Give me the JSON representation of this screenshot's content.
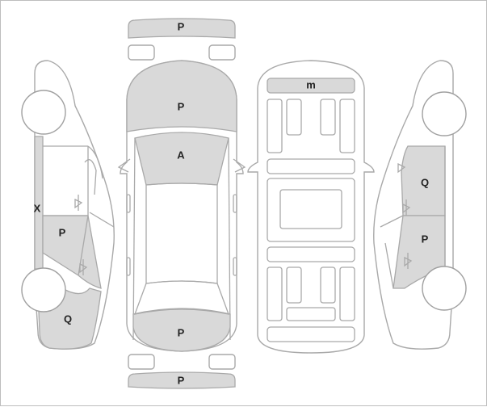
{
  "diagram": {
    "labels": {
      "front_bumper": "P",
      "hood": "P",
      "windshield": "A",
      "roof_front": "m",
      "left_pillar": "X",
      "left_rear_door": "P",
      "left_rear_quarter": "Q",
      "right_front_door": "Q",
      "right_rear_door": "P",
      "trunk": "P",
      "rear_bumper": "P"
    },
    "colors": {
      "damaged_fill": "#d9d9d9",
      "outline": "#a9a9a9"
    }
  }
}
